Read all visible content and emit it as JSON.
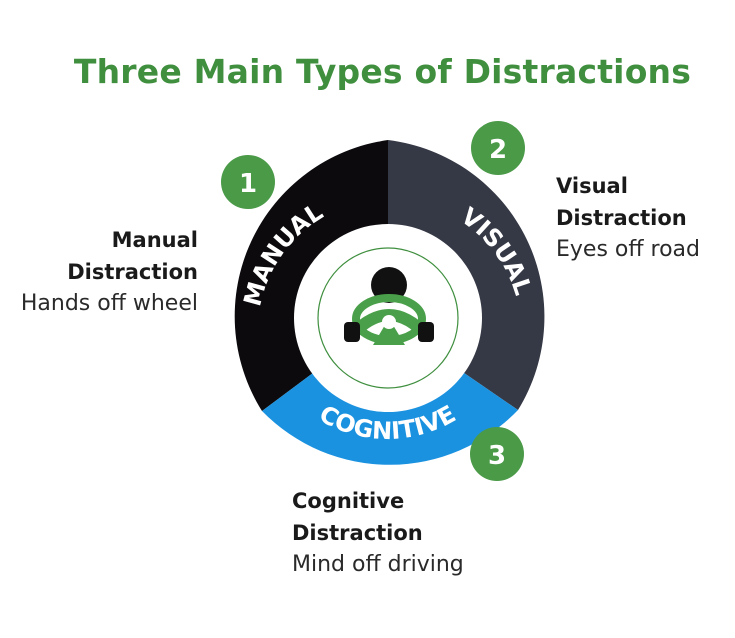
{
  "title": "Three Main Types of Distractions",
  "colors": {
    "title_green": "#3f8f3f",
    "manual_segment": "#0c0a0d",
    "visual_segment": "#353845",
    "cognitive_segment": "#1b92e0",
    "badge_green": "#4a9a48",
    "driver_icon_black": "#111111",
    "steering_green": "#4aa04a"
  },
  "segments": [
    {
      "id": "manual",
      "label": "MANUAL",
      "number": "1",
      "heading_line1": "Manual",
      "heading_line2": "Distraction",
      "description": "Hands off wheel"
    },
    {
      "id": "visual",
      "label": "VISUAL",
      "number": "2",
      "heading_line1": "Visual",
      "heading_line2": "Distraction",
      "description": "Eyes off road"
    },
    {
      "id": "cognitive",
      "label": "COGNITIVE",
      "number": "3",
      "heading_line1": "Cognitive",
      "heading_line2": "Distraction",
      "description": "Mind off driving"
    }
  ],
  "center_icon": "driver-steering-wheel-icon"
}
